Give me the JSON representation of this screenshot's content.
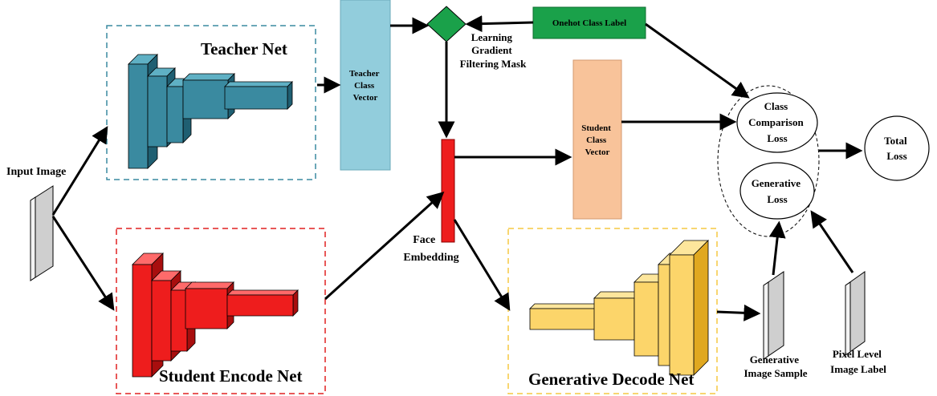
{
  "labels": {
    "input_image": "Input Image",
    "teacher_net": "Teacher Net",
    "student_encode_net": "Student Encode Net",
    "generative_decode_net": "Generative Decode Net",
    "teacher_class_vector": [
      "Teacher",
      "Class",
      "Vector"
    ],
    "student_class_vector": [
      "Student",
      "Class",
      "Vector"
    ],
    "learning_gradient_filtering_mask": [
      "Learning",
      "Gradient",
      "Filtering Mask"
    ],
    "onehot_class_label": "Onehot Class Label",
    "face_embedding": [
      "Face",
      "Embedding"
    ],
    "class_comparison_loss": [
      "Class",
      "Comparison",
      "Loss"
    ],
    "generative_loss": [
      "Generative",
      "Loss"
    ],
    "total_loss": [
      "Total",
      "Loss"
    ],
    "generative_image_sample": [
      "Generative",
      "Image Sample"
    ],
    "pixel_level_image_label": [
      "Pixel Level",
      "Image Label"
    ]
  },
  "colors": {
    "teacher_front": "#3a8aa0",
    "teacher_side": "#1f5f72",
    "teacher_top": "#5fb0c4",
    "teacher_box_border": "#3a8aa0",
    "student_front": "#ee1d1d",
    "student_side": "#a80e0e",
    "student_top": "#ff6a6a",
    "student_box_border": "#e02020",
    "decode_front": "#fcd56a",
    "decode_side": "#e0a820",
    "decode_top": "#fde69c",
    "decode_box_border": "#f5c842",
    "teacher_vector": "#92cddc",
    "student_vector": "#f8c39a",
    "face_embedding_bar": "#ee1d1d",
    "onehot_label_fill": "#1aa14a",
    "mask_diamond": "#1aa14a",
    "image_plane": "#e8e8e8"
  }
}
